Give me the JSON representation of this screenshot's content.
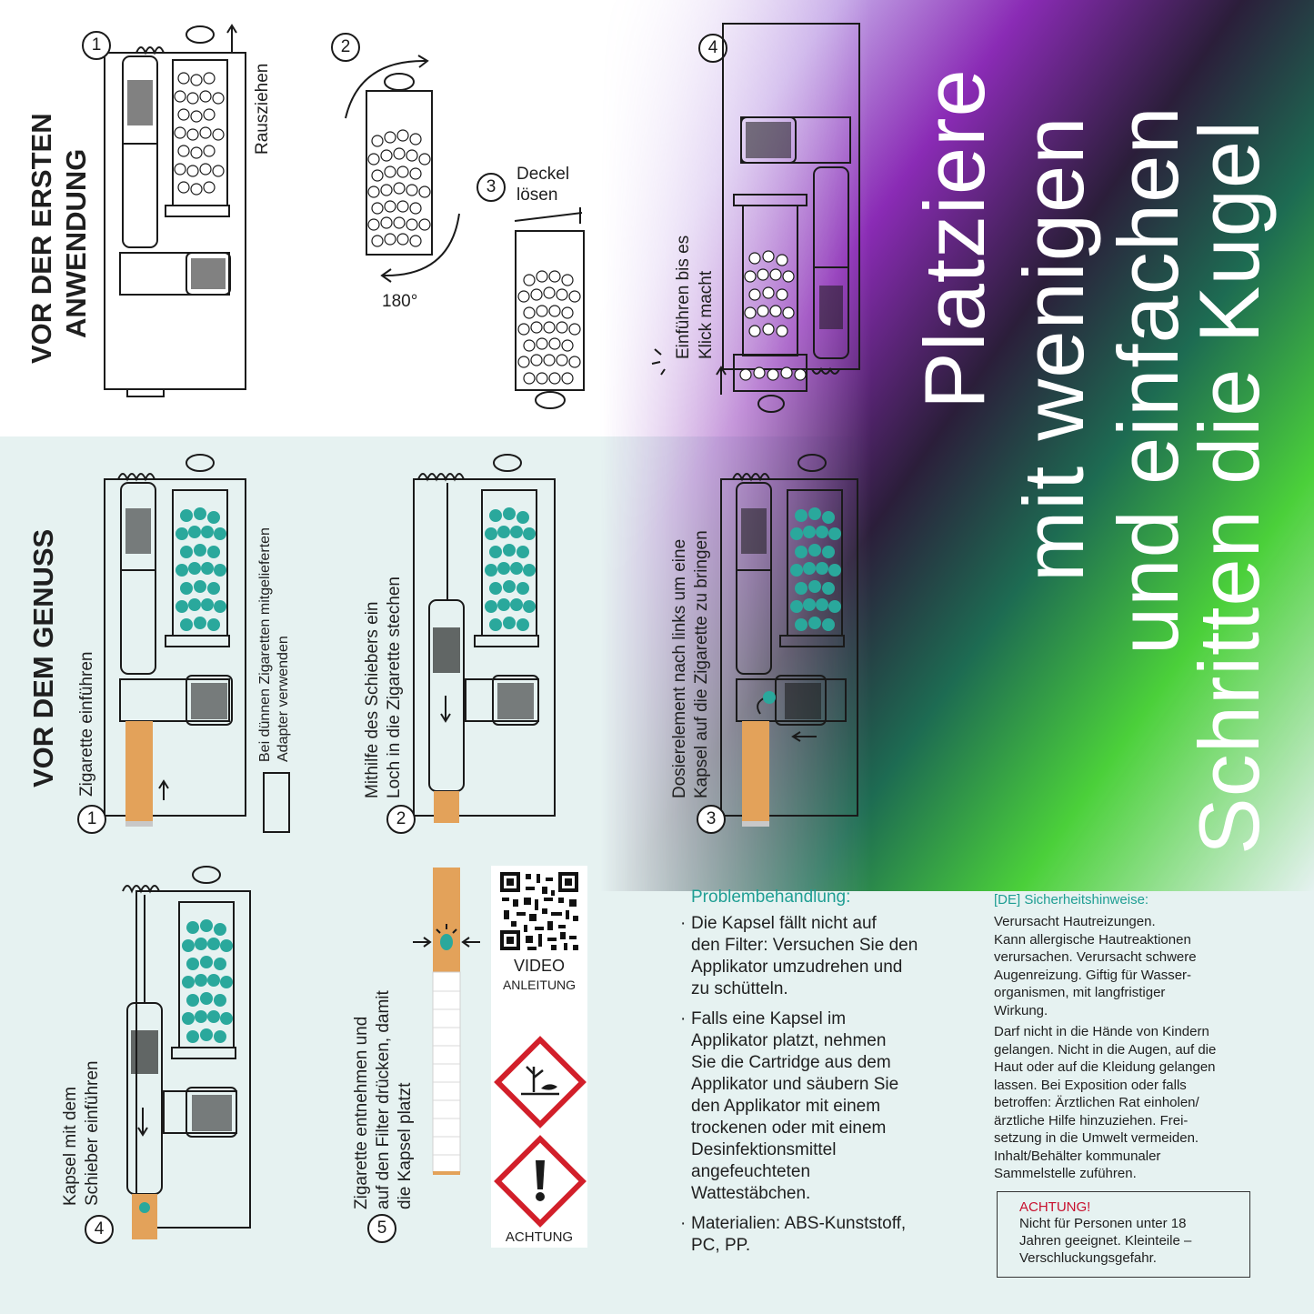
{
  "title_lines": [
    "Platziere",
    "mit wenigen",
    "und einfachen",
    "Schritten die Kugel"
  ],
  "first_use": {
    "section_title_1": "VOR DER ERSTEN",
    "section_title_2": "ANWENDUNG",
    "step1": {
      "number": "1",
      "label": "Rausziehen"
    },
    "step2": {
      "number": "2",
      "label": "180°"
    },
    "step3": {
      "number": "3",
      "label_1": "Deckel",
      "label_2": "lösen"
    },
    "step4": {
      "number": "4",
      "label_1": "Einführen bis es",
      "label_2": "Klick macht"
    }
  },
  "before_use": {
    "section_title": "VOR DEM GENUSS",
    "step1": {
      "number": "1",
      "label": "Zigarette einführen",
      "note_1": "Bei dünnen Zigaretten mitgelieferten",
      "note_2": "Adapter verwenden"
    },
    "step2": {
      "number": "2",
      "label_1": "Mithilfe des Schiebers ein",
      "label_2": "Loch in die Zigarette stechen"
    },
    "step3": {
      "number": "3",
      "label_1": "Dosierelement nach links um eine",
      "label_2": "Kapsel auf die Zigarette zu bringen"
    },
    "step4": {
      "number": "4",
      "label_1": "Kapsel mit dem",
      "label_2": "Schieber einführen"
    },
    "step5": {
      "number": "5",
      "label_1": "Zigarette entnehmen und",
      "label_2": "auf den Filter drücken, damit",
      "label_3": "die Kapsel platzt"
    }
  },
  "qr": {
    "label_1": "VIDEO",
    "label_2": "ANLEITUNG",
    "warning_label": "ACHTUNG"
  },
  "troubleshooting": {
    "title": "Problembehandlung:",
    "items": [
      [
        "Die Kapsel fällt nicht auf",
        "den Filter: Versuchen Sie den",
        "Applikator umzudrehen und",
        "zu schütteln."
      ],
      [
        "Falls eine Kapsel im",
        "Applikator platzt, nehmen",
        "Sie die Cartridge aus dem",
        "Applikator und säubern Sie",
        "den Applikator mit einem",
        "trockenen oder mit einem",
        "Desinfektionsmittel",
        "angefeuchteten",
        "Wattestäbchen."
      ],
      [
        "Materialien: ABS-Kunststoff,",
        "PC, PP."
      ]
    ]
  },
  "safety": {
    "title": "[DE] Sicherheitshinweise:",
    "p1": [
      "Verursacht Hautreizungen.",
      "Kann allergische Hautreaktionen",
      "verursachen. Verursacht schwere",
      "Augenreizung. Giftig für Wasser-",
      "organismen, mit langfristiger",
      "Wirkung."
    ],
    "p2": [
      "Darf nicht in die Hände von Kindern",
      "gelangen. Nicht in die Augen, auf die",
      "Haut oder auf die Kleidung gelangen",
      "lassen. Bei Exposition oder falls",
      "betroffen: Ärztlichen Rat einholen/",
      "ärztliche Hilfe hinzuziehen. Frei-",
      "setzung in die Umwelt vermeiden.",
      "Inhalt/Behälter kommunaler",
      "Sammelstelle zuführen."
    ]
  },
  "warning": {
    "title": "ACHTUNG!",
    "lines": [
      "Nicht für Personen unter 18",
      "Jahren geeignet. Kleinteile –",
      "Verschluckungsgefahr."
    ]
  },
  "colors": {
    "accent_teal": "#1f9e93",
    "capsule_teal": "#2aa89c",
    "filter_orange": "#e3a25a",
    "warning_red": "#c8102e",
    "lower_bg": "#e6f2f1"
  }
}
